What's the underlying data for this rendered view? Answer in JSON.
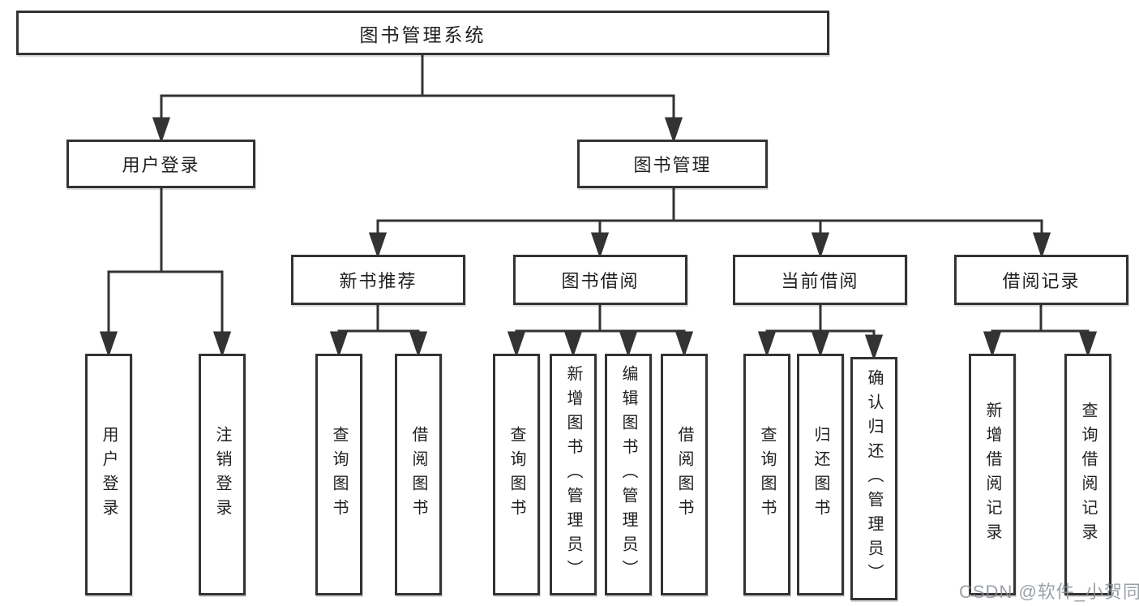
{
  "tree": {
    "label": "图书管理系统",
    "children": [
      {
        "label": "用户登录",
        "children": [
          {
            "label": "用户登录"
          },
          {
            "label": "注销登录"
          }
        ]
      },
      {
        "label": "图书管理",
        "children": [
          {
            "label": "新书推荐",
            "children": [
              {
                "label": "查询图书"
              },
              {
                "label": "借阅图书"
              }
            ]
          },
          {
            "label": "图书借阅",
            "children": [
              {
                "label": "查询图书"
              },
              {
                "label": "新增图书（管理员）"
              },
              {
                "label": "编辑图书（管理员）"
              },
              {
                "label": "借阅图书"
              }
            ]
          },
          {
            "label": "当前借阅",
            "children": [
              {
                "label": "查询图书"
              },
              {
                "label": "归还图书"
              },
              {
                "label": "确认归还（管理员）"
              }
            ]
          },
          {
            "label": "借阅记录",
            "children": [
              {
                "label": "新增借阅记录"
              },
              {
                "label": "查询借阅记录"
              }
            ]
          }
        ]
      }
    ]
  },
  "colors": {
    "line": "#333333",
    "box_border": "#333333",
    "box_fill": "#ffffff",
    "text": "#1f1f1f"
  },
  "watermark": {
    "text": "CSDN @软件_小贺同学"
  }
}
